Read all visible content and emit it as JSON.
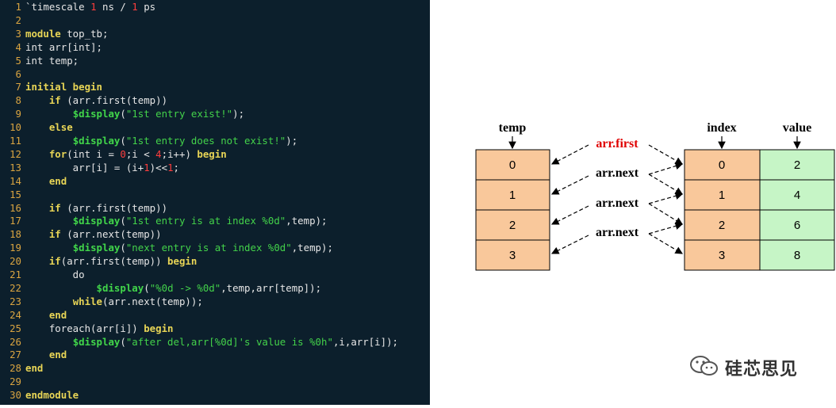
{
  "editor": {
    "lines": [
      {
        "n": "1",
        "t": [
          [
            "c",
            "`timescale "
          ],
          [
            "n",
            "1"
          ],
          [
            "c",
            " ns / "
          ],
          [
            "n",
            "1"
          ],
          [
            "c",
            " ps"
          ]
        ]
      },
      {
        "n": "2",
        "t": []
      },
      {
        "n": "3",
        "t": [
          [
            "k",
            "module"
          ],
          [
            "c",
            " top_tb;"
          ]
        ]
      },
      {
        "n": "4",
        "t": [
          [
            "c",
            "int arr[int];"
          ]
        ]
      },
      {
        "n": "5",
        "t": [
          [
            "c",
            "int temp;"
          ]
        ]
      },
      {
        "n": "6",
        "t": []
      },
      {
        "n": "7",
        "t": [
          [
            "k",
            "initial begin"
          ]
        ]
      },
      {
        "n": "8",
        "t": [
          [
            "c",
            "    "
          ],
          [
            "k",
            "if"
          ],
          [
            "c",
            " (arr.first(temp))"
          ]
        ]
      },
      {
        "n": "9",
        "t": [
          [
            "c",
            "        "
          ],
          [
            "f",
            "$display"
          ],
          [
            "c",
            "("
          ],
          [
            "s",
            "\"1st entry exist!\""
          ],
          [
            "c",
            ");"
          ]
        ]
      },
      {
        "n": "10",
        "t": [
          [
            "c",
            "    "
          ],
          [
            "k",
            "else"
          ]
        ]
      },
      {
        "n": "11",
        "t": [
          [
            "c",
            "        "
          ],
          [
            "f",
            "$display"
          ],
          [
            "c",
            "("
          ],
          [
            "s",
            "\"1st entry does not exist!\""
          ],
          [
            "c",
            ");"
          ]
        ]
      },
      {
        "n": "12",
        "t": [
          [
            "c",
            "    "
          ],
          [
            "k",
            "for"
          ],
          [
            "c",
            "(int i = "
          ],
          [
            "n",
            "0"
          ],
          [
            "c",
            ";i < "
          ],
          [
            "n",
            "4"
          ],
          [
            "c",
            ";i++) "
          ],
          [
            "k",
            "begin"
          ]
        ]
      },
      {
        "n": "13",
        "t": [
          [
            "c",
            "        arr[i] = (i+"
          ],
          [
            "n",
            "1"
          ],
          [
            "c",
            ")<<"
          ],
          [
            "n",
            "1"
          ],
          [
            "c",
            ";"
          ]
        ]
      },
      {
        "n": "14",
        "t": [
          [
            "c",
            "    "
          ],
          [
            "k",
            "end"
          ]
        ]
      },
      {
        "n": "15",
        "t": []
      },
      {
        "n": "16",
        "t": [
          [
            "c",
            "    "
          ],
          [
            "k",
            "if"
          ],
          [
            "c",
            " (arr.first(temp))"
          ]
        ]
      },
      {
        "n": "17",
        "t": [
          [
            "c",
            "        "
          ],
          [
            "f",
            "$display"
          ],
          [
            "c",
            "("
          ],
          [
            "s",
            "\"1st entry is at index %0d\""
          ],
          [
            "c",
            ",temp);"
          ]
        ]
      },
      {
        "n": "18",
        "t": [
          [
            "c",
            "    "
          ],
          [
            "k",
            "if"
          ],
          [
            "c",
            " (arr.next(temp))"
          ]
        ]
      },
      {
        "n": "19",
        "t": [
          [
            "c",
            "        "
          ],
          [
            "f",
            "$display"
          ],
          [
            "c",
            "("
          ],
          [
            "s",
            "\"next entry is at index %0d\""
          ],
          [
            "c",
            ",temp);"
          ]
        ]
      },
      {
        "n": "20",
        "t": [
          [
            "c",
            "    "
          ],
          [
            "k",
            "if"
          ],
          [
            "c",
            "(arr.first(temp)) "
          ],
          [
            "k",
            "begin"
          ]
        ]
      },
      {
        "n": "21",
        "t": [
          [
            "c",
            "        do"
          ]
        ]
      },
      {
        "n": "22",
        "t": [
          [
            "c",
            "            "
          ],
          [
            "f",
            "$display"
          ],
          [
            "c",
            "("
          ],
          [
            "s",
            "\"%0d -> %0d\""
          ],
          [
            "c",
            ",temp,arr[temp]);"
          ]
        ]
      },
      {
        "n": "23",
        "t": [
          [
            "c",
            "        "
          ],
          [
            "k",
            "while"
          ],
          [
            "c",
            "(arr.next(temp));"
          ]
        ]
      },
      {
        "n": "24",
        "t": [
          [
            "c",
            "    "
          ],
          [
            "k",
            "end"
          ]
        ]
      },
      {
        "n": "25",
        "t": [
          [
            "c",
            "    foreach(arr[i]) "
          ],
          [
            "k",
            "begin"
          ]
        ]
      },
      {
        "n": "26",
        "t": [
          [
            "c",
            "        "
          ],
          [
            "f",
            "$display"
          ],
          [
            "c",
            "("
          ],
          [
            "s",
            "\"after del,arr[%0d]'s value is %0h\""
          ],
          [
            "c",
            ",i,arr[i]);"
          ]
        ]
      },
      {
        "n": "27",
        "t": [
          [
            "c",
            "    "
          ],
          [
            "k",
            "end"
          ]
        ]
      },
      {
        "n": "28",
        "t": [
          [
            "k",
            "end"
          ]
        ]
      },
      {
        "n": "29",
        "t": []
      },
      {
        "n": "30",
        "t": [
          [
            "k",
            "endmodule"
          ]
        ]
      }
    ]
  },
  "diagram": {
    "temp_header": "temp",
    "index_header": "index",
    "value_header": "value",
    "temp_cells": [
      "0",
      "1",
      "2",
      "3"
    ],
    "index_cells": [
      "0",
      "1",
      "2",
      "3"
    ],
    "value_cells": [
      "2",
      "4",
      "6",
      "8"
    ],
    "pointer_labels": [
      "arr.first",
      "arr.next",
      "arr.next",
      "arr.next"
    ],
    "colors": {
      "temp_fill": "#f9c89b",
      "index_fill": "#f9c89b",
      "value_fill": "#c6f5c6",
      "first_label": "#e00000"
    }
  },
  "watermark": {
    "text": "硅芯思见",
    "icon": "wechat-icon"
  }
}
